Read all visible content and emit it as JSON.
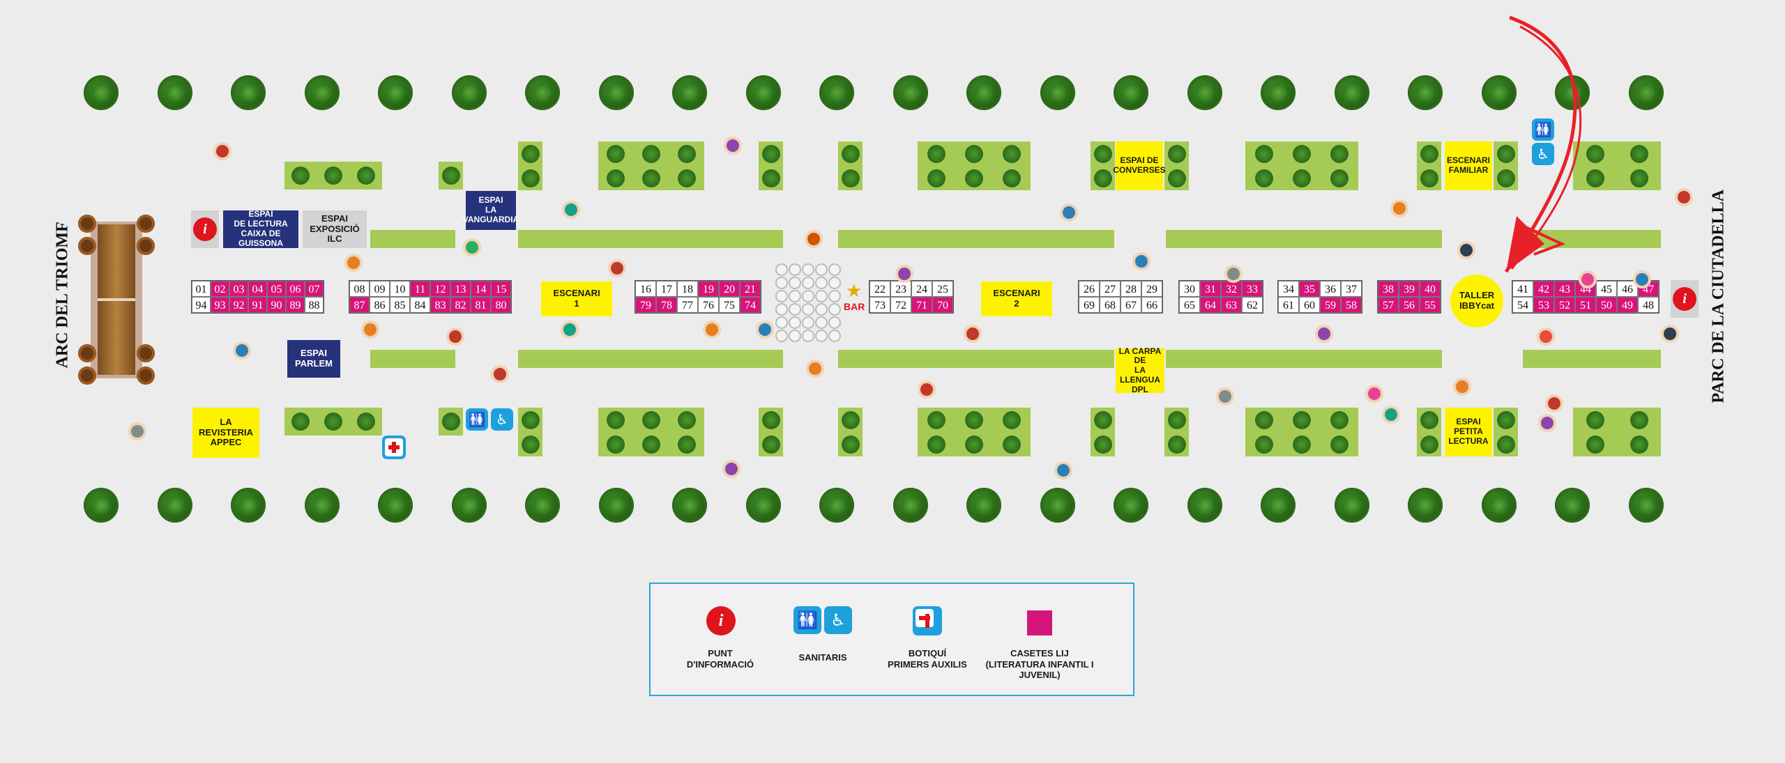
{
  "labels": {
    "left": "ARC DEL TRIOMF",
    "right": "PARC DE LA CIUTADELLA"
  },
  "spaces": {
    "lectura": "ESPAI\nDE LECTURA\nCAIXA DE GUISSONA",
    "exposicio": "ESPAI\nEXPOSICIÓ\nILC",
    "vanguardia": "ESPAI\nLA\nVANGUARDIA",
    "parlem": "ESPAI\nPARLEM",
    "revisteria": "LA REVISTERIA\nAPPEC",
    "escenari1": "ESCENARI\n1",
    "escenari2": "ESCENARI\n2",
    "converses": "ESPAI DE\nCONVERSES",
    "carpa": "LA CARPA DE\nLA LLENGUA\nDPL",
    "familiar": "ESCENARI\nFAMILIAR",
    "petita": "ESPAI\nPETITA\nLECTURA",
    "taller": "TALLER\nIBBYcat",
    "bar": "BAR"
  },
  "stall_groups": [
    {
      "top": [
        "01",
        "02",
        "03",
        "04",
        "05",
        "06",
        "07"
      ],
      "top_m": [
        0,
        1,
        1,
        1,
        1,
        1,
        1
      ],
      "bottom": [
        "94",
        "93",
        "92",
        "91",
        "90",
        "89",
        "88"
      ],
      "bottom_m": [
        0,
        1,
        1,
        1,
        1,
        1,
        0
      ]
    },
    {
      "top": [
        "08",
        "09",
        "10",
        "11",
        "12",
        "13",
        "14",
        "15"
      ],
      "top_m": [
        0,
        0,
        0,
        1,
        1,
        1,
        1,
        1
      ],
      "bottom": [
        "87",
        "86",
        "85",
        "84",
        "83",
        "82",
        "81",
        "80"
      ],
      "bottom_m": [
        1,
        0,
        0,
        0,
        1,
        1,
        1,
        1
      ]
    },
    {
      "top": [
        "16",
        "17",
        "18",
        "19",
        "20",
        "21"
      ],
      "top_m": [
        0,
        0,
        0,
        1,
        1,
        1
      ],
      "bottom": [
        "79",
        "78",
        "77",
        "76",
        "75",
        "74"
      ],
      "bottom_m": [
        1,
        1,
        0,
        0,
        0,
        1
      ]
    },
    {
      "top": [
        "22",
        "23",
        "24",
        "25"
      ],
      "top_m": [
        0,
        0,
        0,
        0
      ],
      "bottom": [
        "73",
        "72",
        "71",
        "70"
      ],
      "bottom_m": [
        0,
        0,
        1,
        1
      ]
    },
    {
      "top": [
        "26",
        "27",
        "28",
        "29"
      ],
      "top_m": [
        0,
        0,
        0,
        0
      ],
      "bottom": [
        "69",
        "68",
        "67",
        "66"
      ],
      "bottom_m": [
        0,
        0,
        0,
        0
      ]
    },
    {
      "top": [
        "30",
        "31",
        "32",
        "33"
      ],
      "top_m": [
        0,
        1,
        1,
        1
      ],
      "bottom": [
        "65",
        "64",
        "63",
        "62"
      ],
      "bottom_m": [
        0,
        1,
        1,
        0
      ]
    },
    {
      "top": [
        "34",
        "35",
        "36",
        "37"
      ],
      "top_m": [
        0,
        1,
        0,
        0
      ],
      "bottom": [
        "61",
        "60",
        "59",
        "58"
      ],
      "bottom_m": [
        0,
        0,
        1,
        1
      ]
    },
    {
      "top": [
        "38",
        "39",
        "40"
      ],
      "top_m": [
        1,
        1,
        1
      ],
      "bottom": [
        "57",
        "56",
        "55"
      ],
      "bottom_m": [
        1,
        1,
        1
      ]
    },
    {
      "top": [
        "41",
        "42",
        "43",
        "44",
        "45",
        "46",
        "47"
      ],
      "top_m": [
        0,
        1,
        1,
        1,
        0,
        0,
        1
      ],
      "bottom": [
        "54",
        "53",
        "52",
        "51",
        "50",
        "49",
        "48"
      ],
      "bottom_m": [
        0,
        1,
        1,
        1,
        1,
        1,
        0
      ]
    }
  ],
  "legend": {
    "info": "PUNT\nD'INFORMACIÓ",
    "sanitaris": "SANITARIS",
    "botiqui": "BOTIQUÍ\nPRIMERS AUXILIS",
    "casetes": "CASETES LIJ\n(LITERATURA INFANTIL I JUVENIL)",
    "info_glyph": "i"
  },
  "colors": {
    "magenta": "#d6157a",
    "yellow": "#fff200",
    "navy": "#26327c",
    "hedge": "#a6cb55",
    "info_red": "#e0141d",
    "wc_blue": "#1ea0dc",
    "arrow_red": "#e8202a"
  }
}
